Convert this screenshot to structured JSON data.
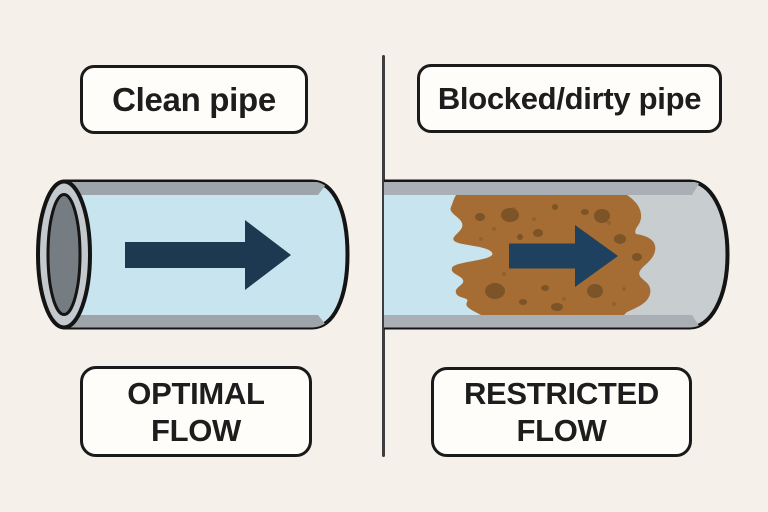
{
  "panels": {
    "left": {
      "top_label": "Clean pipe",
      "bottom_label_line1": "OPTIMAL",
      "bottom_label_line2": "FLOW",
      "flow_arrow_icon": "right-arrow"
    },
    "right": {
      "top_label": "Blocked/dirty pipe",
      "bottom_label_line1": "RESTRICTED",
      "bottom_label_line2": "FLOW",
      "flow_arrow_icon": "right-arrow"
    }
  },
  "colors": {
    "background": "#f5f1ea",
    "box_bg": "#fefdfa",
    "box_border": "#1a1a1a",
    "text": "#1d1d1d",
    "divider": "#3e3e3e",
    "pipe_outline": "#141414",
    "pipe_ring": "#c3c9cc",
    "pipe_bore": "#767d82",
    "water": "#c8e4ee",
    "band_left": "#9da5aa",
    "band_right": "#a9afb4",
    "pipe_empty": "#c8cdd0",
    "arrow_left": "#1c3951",
    "arrow_right": "#1e4160",
    "sludge": "#a56d33",
    "sludge_dark": "#7c5428"
  }
}
